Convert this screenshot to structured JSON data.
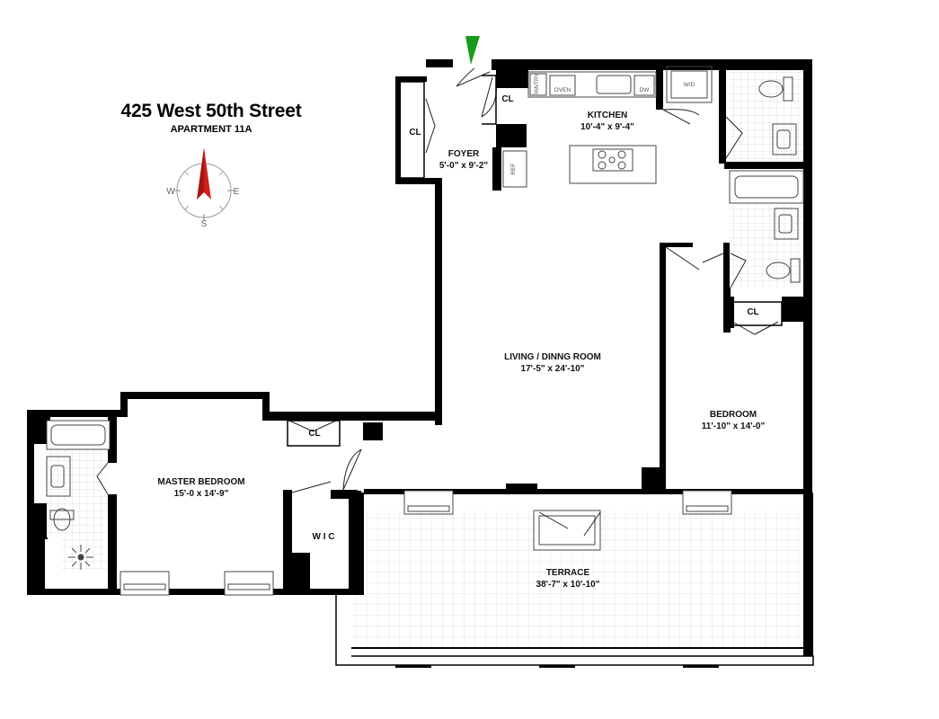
{
  "header": {
    "address": "425 West 50th Street",
    "apartment": "APARTMENT 11A"
  },
  "compass": {
    "north": "",
    "east": "E",
    "south": "S",
    "west": "W",
    "needle_color": "#d0201a"
  },
  "entry_marker": {
    "color": "#1a9a1a"
  },
  "rooms": {
    "foyer": {
      "name": "FOYER",
      "dims": "5'-0\" x 9'-2\""
    },
    "kitchen": {
      "name": "KITCHEN",
      "dims": "10'-4\" x 9'-4\""
    },
    "living": {
      "name": "LIVING / DINNG ROOM",
      "dims": "17'-5\" x 24'-10\""
    },
    "bedroom": {
      "name": "BEDROOM",
      "dims": "11'-10\" x 14'-0\""
    },
    "master": {
      "name": "MASTER BEDROOM",
      "dims": "15'-0 x 14'-9\""
    },
    "terrace": {
      "name": "TERRACE",
      "dims": "38'-7\" x 10'-10\""
    },
    "wic": {
      "name": "W I C"
    }
  },
  "closets": {
    "label": "CL"
  },
  "appliances": {
    "pantry": "PANTRY",
    "oven": "OVEN",
    "dw": "DW",
    "ref": "REF",
    "wd": "W/D"
  }
}
